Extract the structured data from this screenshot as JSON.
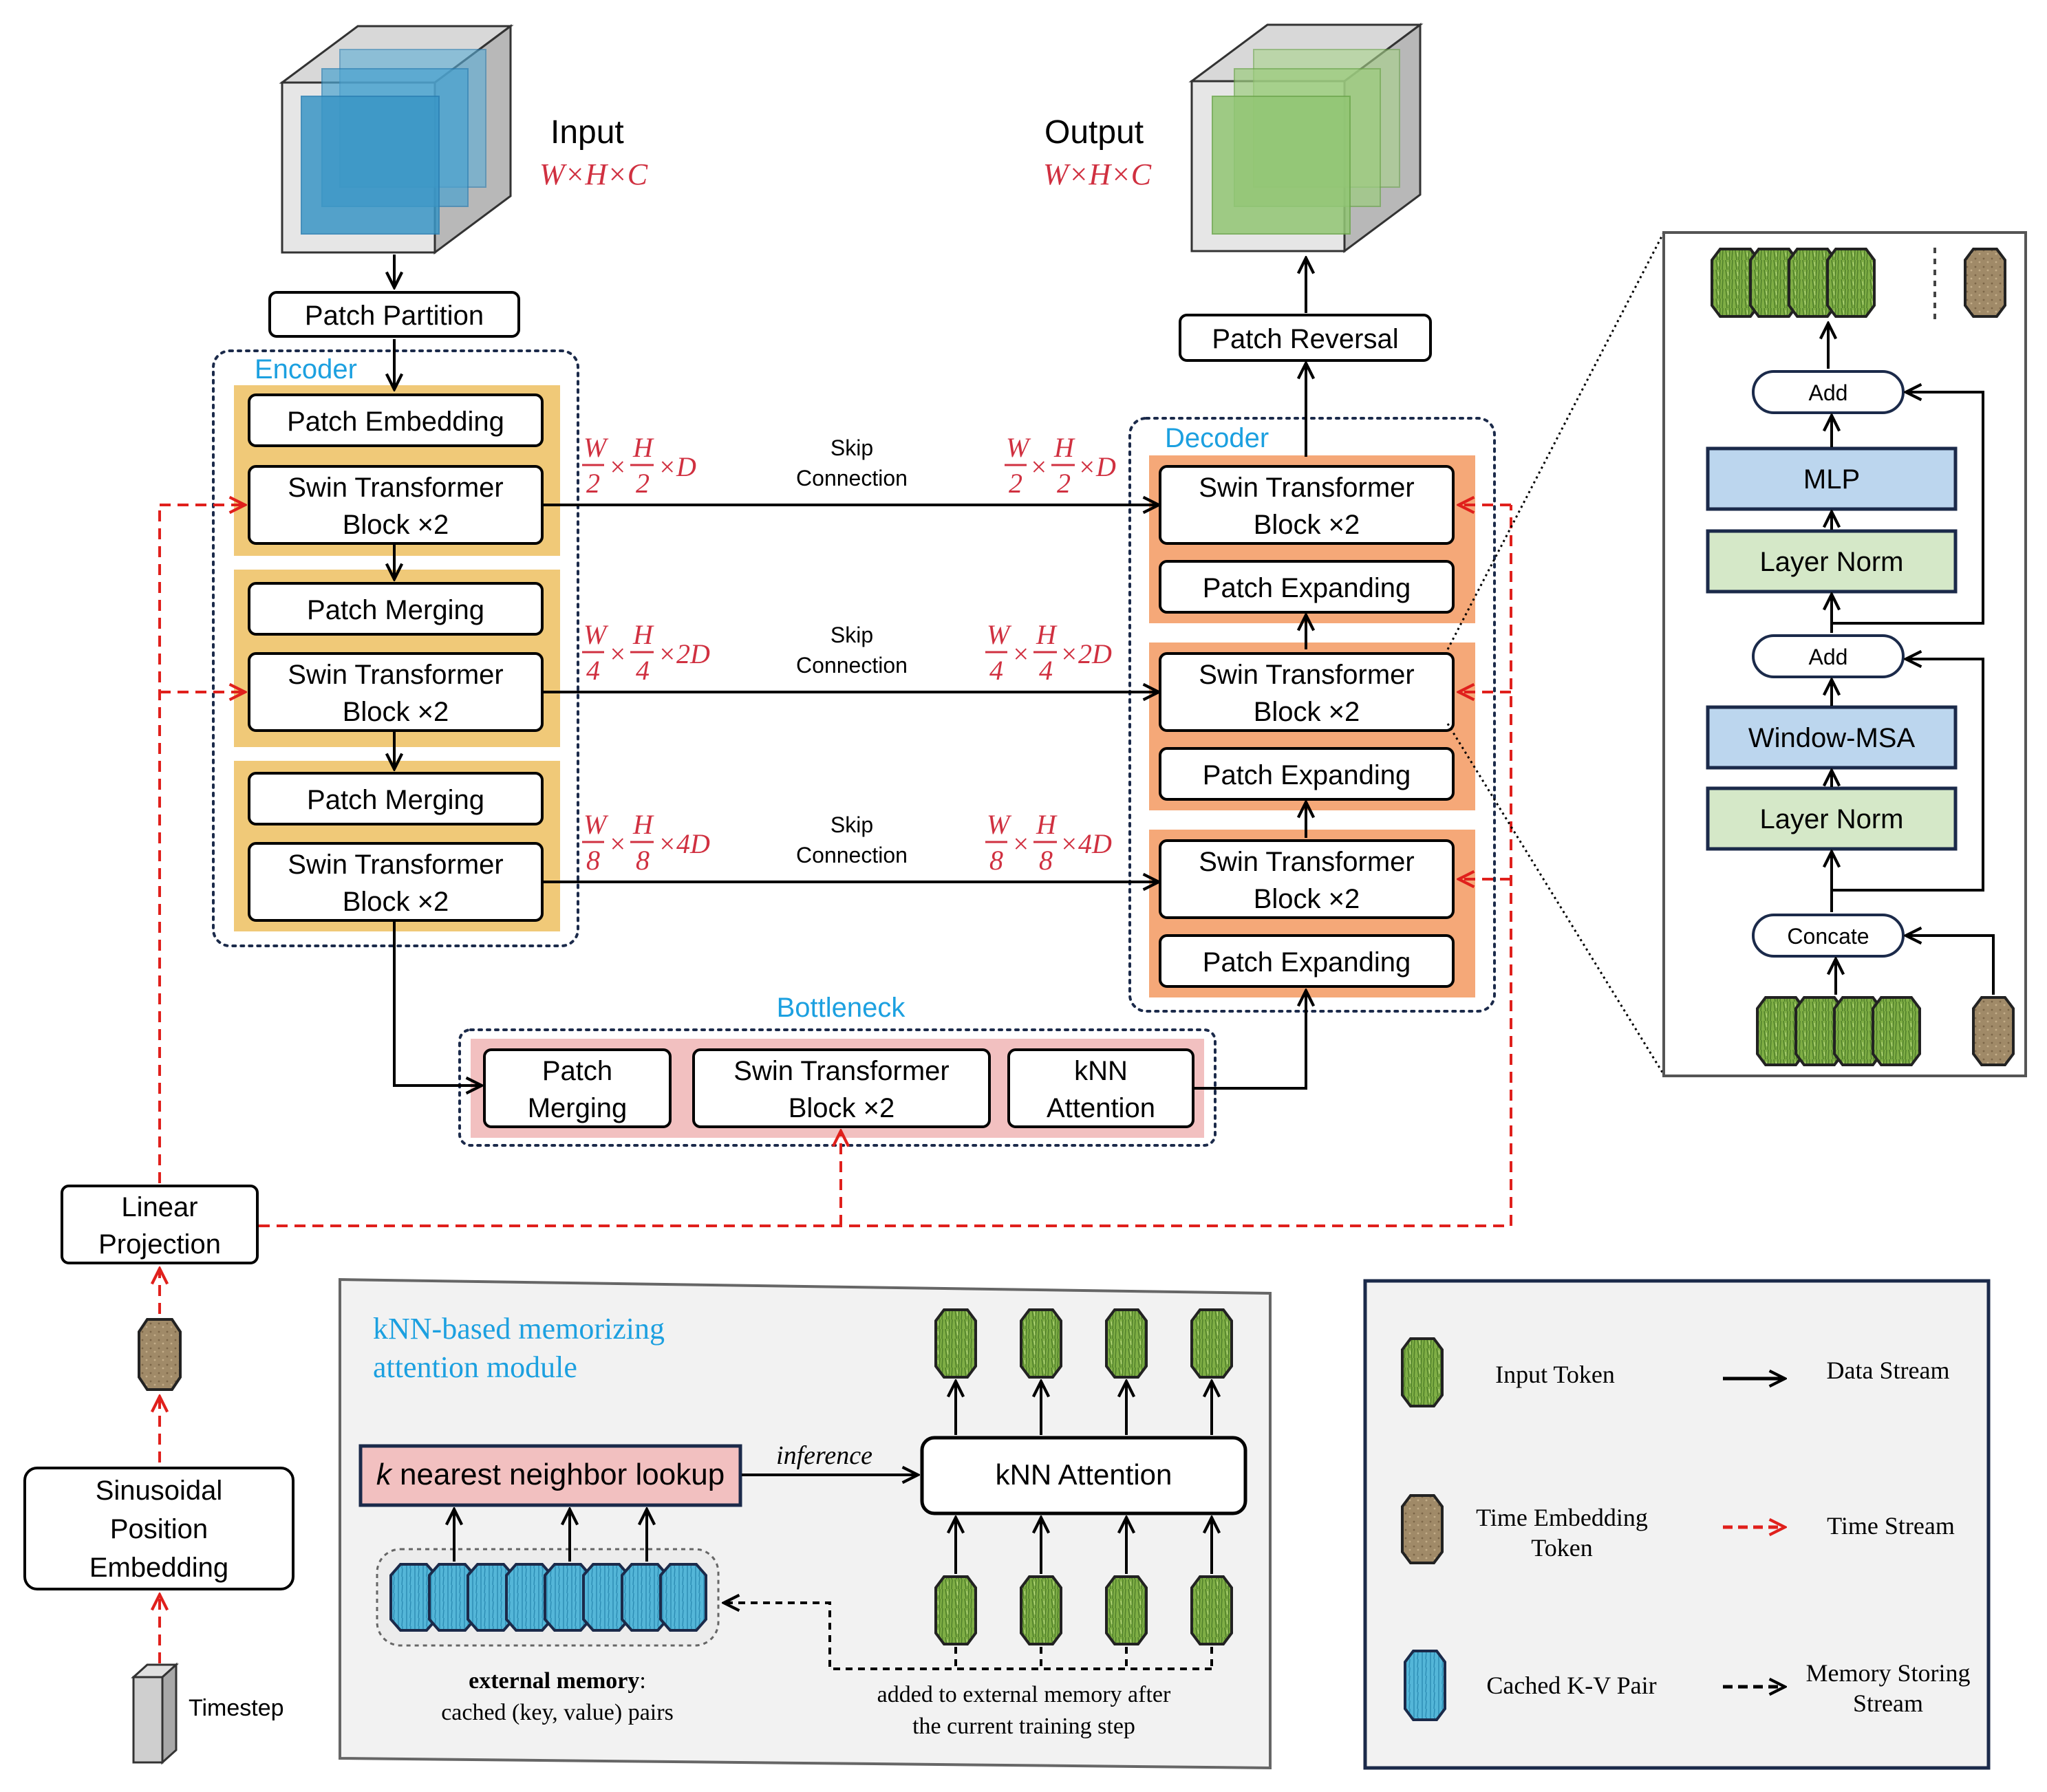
{
  "top": {
    "input_label": "Input",
    "input_dims": "W×H×C",
    "output_label": "Output",
    "output_dims": "W×H×C",
    "patch_partition": "Patch Partition",
    "patch_reversal": "Patch Reversal"
  },
  "encoder": {
    "title": "Encoder",
    "patch_embedding": "Patch Embedding",
    "swin_line1": "Swin Transformer",
    "swin_line2": "Block ×2",
    "patch_merging": "Patch Merging"
  },
  "decoder": {
    "title": "Decoder",
    "swin_line1": "Swin Transformer",
    "swin_line2": "Block ×2",
    "patch_expanding": "Patch Expanding"
  },
  "skip": {
    "line1": "Skip",
    "line2": "Connection",
    "dims": [
      {
        "num1": "W",
        "den1": "2",
        "num2": "H",
        "den2": "2",
        "tail": "×D"
      },
      {
        "num1": "W",
        "den1": "4",
        "num2": "H",
        "den2": "4",
        "tail": "×2D"
      },
      {
        "num1": "W",
        "den1": "8",
        "num2": "H",
        "den2": "8",
        "tail": "×4D"
      }
    ]
  },
  "bottleneck": {
    "title": "Bottleneck",
    "patch_merging_l1": "Patch",
    "patch_merging_l2": "Merging",
    "swin_l1": "Swin Transformer",
    "swin_l2": "Block ×2",
    "knn_l1": "kNN",
    "knn_l2": "Attention"
  },
  "time": {
    "linear_l1": "Linear",
    "linear_l2": "Projection",
    "sin_l1": "Sinusoidal",
    "sin_l2": "Position",
    "sin_l3": "Embedding",
    "timestep": "Timestep"
  },
  "detail": {
    "add": "Add",
    "mlp": "MLP",
    "layer_norm": "Layer Norm",
    "window_msa": "Window-MSA",
    "concate": "Concate"
  },
  "knn_module": {
    "title_l1": "kNN-based memorizing",
    "title_l2": "attention module",
    "lookup_k": "k",
    "lookup_rest": " nearest neighbor lookup",
    "inference": "inference",
    "knn_attention": "kNN Attention",
    "memory_bold": "external memory",
    "memory_colon": ":",
    "memory_l2": "cached (key, value) pairs",
    "added_l1": "added to external memory after",
    "added_l2": "the current training step"
  },
  "legend": {
    "input_token": "Input Token",
    "time_token_l1": "Time Embedding",
    "time_token_l2": "Token",
    "cached_kv": "Cached K-V Pair",
    "data_stream": "Data Stream",
    "time_stream": "Time Stream",
    "memory_l1": "Memory Storing",
    "memory_l2": "Stream"
  },
  "colors": {
    "encoder_band": "#f0c978",
    "decoder_band": "#f5a878",
    "bottleneck_band": "#f2c0c0",
    "blue_box": "#bcd6ee",
    "green_box": "#d5e8c8",
    "title_blue": "#1ca0e0",
    "time_red": "#e0201c",
    "dims_red": "#d03040",
    "green_token": "#7fae45",
    "brown_token": "#a08a68",
    "cyan_token": "#54b6d8"
  }
}
